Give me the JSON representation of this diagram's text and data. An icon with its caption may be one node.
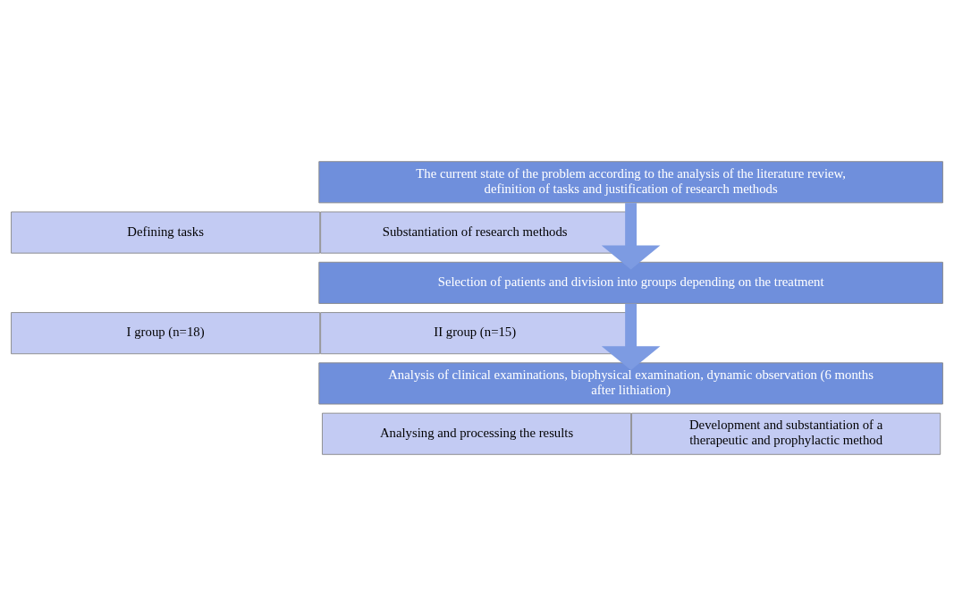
{
  "diagram": {
    "nodes": [
      {
        "text": [
          "The current state of the problem according to the analysis of the literature review, definition of tasks and justification of research methods"
        ]
      },
      {
        "text": [
          "Defining tasks"
        ]
      },
      {
        "text": [
          "Substantiation of research methods"
        ]
      },
      {
        "text": [
          "Selection of patients and division into groups depending on the treatment"
        ]
      },
      {
        "text": [
          "I group (n=18)"
        ]
      },
      {
        "text": [
          "II group (n=15)"
        ]
      },
      {
        "text": [
          "Analysis of clinical examinations, biophysical examination, dynamic observation (6 months after lithiation)"
        ]
      },
      {
        "text": [
          "Analysing and processing the results"
        ]
      },
      {
        "text": [
          "Development and substantiation of a therapeutic and prophylactic method"
        ]
      }
    ],
    "edges": [
      {
        "from": 0,
        "to": 3,
        "arrow": "to"
      },
      {
        "from": 3,
        "to": 6,
        "arrow": "to"
      }
    ]
  }
}
